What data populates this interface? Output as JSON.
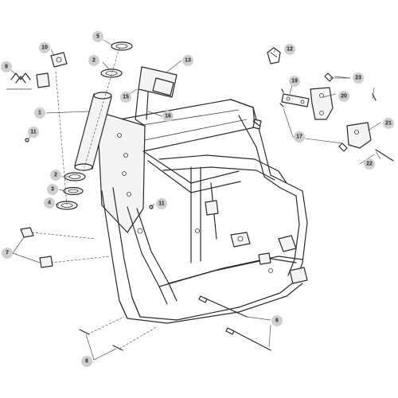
{
  "callouts": {
    "c1": "1",
    "c2a": "2",
    "c2b": "2",
    "c3": "3",
    "c4": "4",
    "c5": "5",
    "c6": "6",
    "c7": "7",
    "c8": "8",
    "c9": "9",
    "c10": "10",
    "c11a": "11",
    "c11b": "11",
    "c12": "12",
    "c13": "13",
    "c15": "15",
    "c16": "16",
    "c17": "17",
    "c19": "19",
    "c20": "20",
    "c21": "21",
    "c22": "22",
    "c23": "23"
  },
  "colors": {
    "callout_fill": "#cfcfcf",
    "line": "#2b2b2b"
  }
}
